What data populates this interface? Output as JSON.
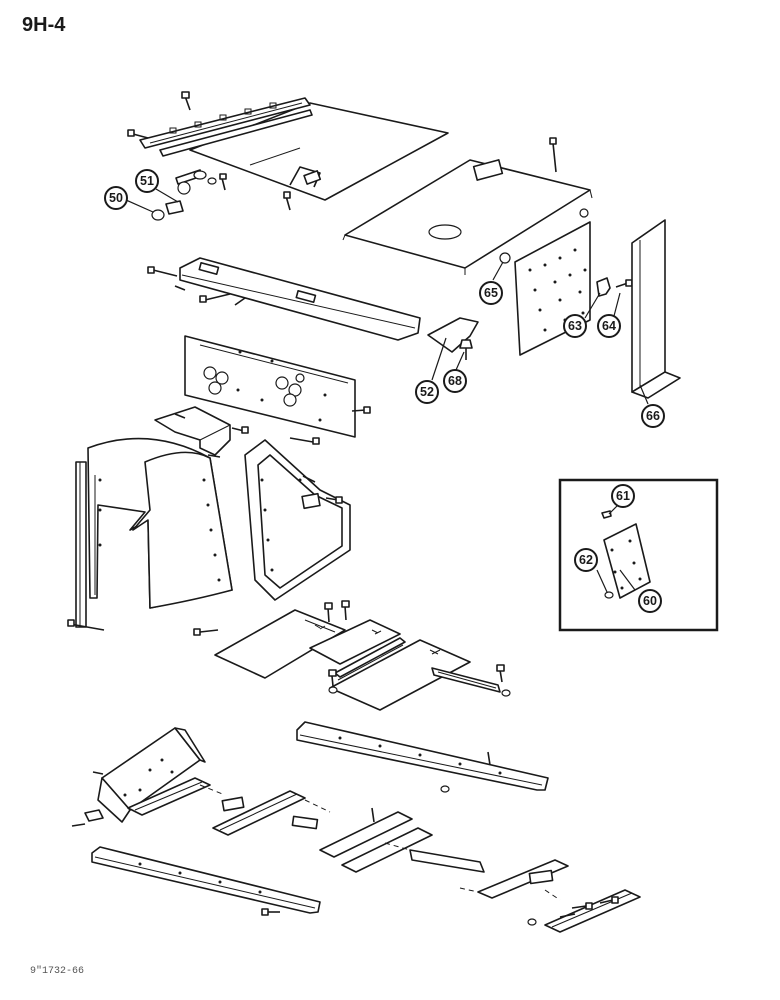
{
  "page_id": "9H-4",
  "footer_code": "9\"1732-66",
  "callouts": {
    "c50": "50",
    "c51": "51",
    "c52": "52",
    "c60": "60",
    "c61": "61",
    "c62": "62",
    "c63": "63",
    "c64": "64",
    "c65": "65",
    "c66": "66",
    "c68": "68"
  }
}
